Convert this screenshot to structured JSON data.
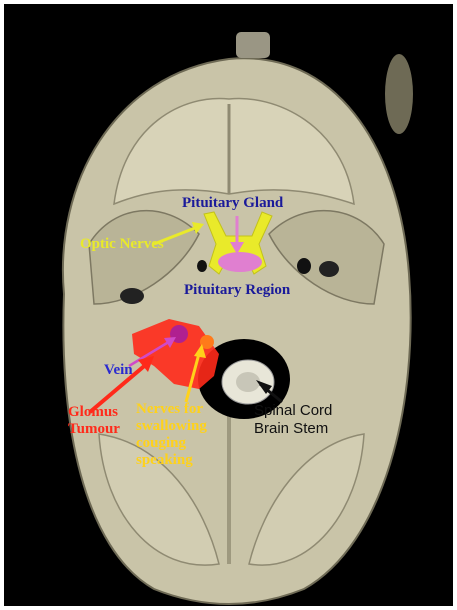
{
  "labels": {
    "pituitary_gland": "Pituitary Gland",
    "optic_nerves": "Optic Nerves",
    "pituitary_region": "Pituitary Region",
    "vein": "Vein",
    "glomus_line1": "Glomus",
    "glomus_line2": "Tumour",
    "nerves_line1": "Nerves for",
    "nerves_line2": "swallowing",
    "nerves_line3": "couging",
    "nerves_line4": "speaking",
    "spinal_line1": "Spinal Cord",
    "spinal_line2": "Brain Stem"
  },
  "colors": {
    "background": "#000000",
    "bone": "#cfcab0",
    "bone_shadow": "#8f8a72",
    "pituitary": "#e07fd0",
    "optic_nerves": "#e9ea2a",
    "tumour": "#ff2a1a",
    "vein": "#d04ac8",
    "nerves": "#ffd21a",
    "label_blue": "#1a1a9a",
    "label_black": "#111111"
  }
}
